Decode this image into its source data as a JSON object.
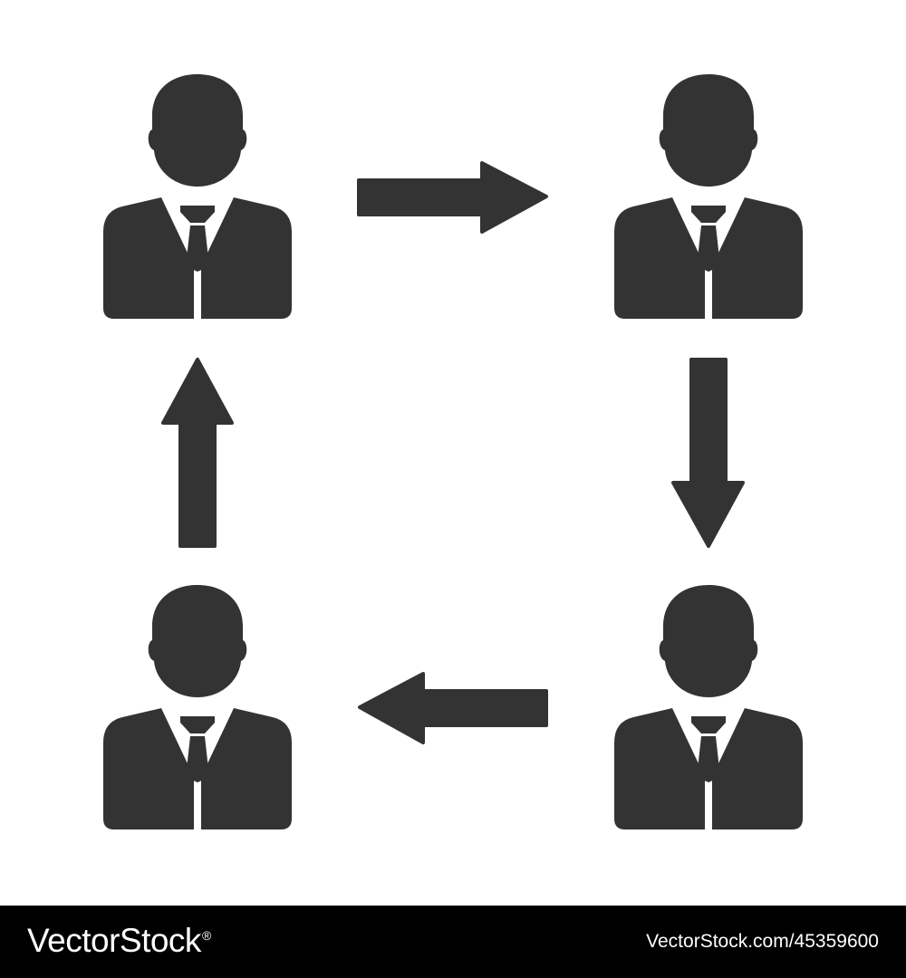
{
  "diagram": {
    "people": [
      {
        "id": "person-top-left"
      },
      {
        "id": "person-top-right"
      },
      {
        "id": "person-bottom-right"
      },
      {
        "id": "person-bottom-left"
      }
    ],
    "flow": [
      {
        "from": "person-top-left",
        "to": "person-top-right",
        "direction": "right"
      },
      {
        "from": "person-top-right",
        "to": "person-bottom-right",
        "direction": "down"
      },
      {
        "from": "person-bottom-right",
        "to": "person-bottom-left",
        "direction": "left"
      },
      {
        "from": "person-bottom-left",
        "to": "person-top-left",
        "direction": "up"
      }
    ],
    "icon": "businessman-icon",
    "colors": {
      "icon": "#333333",
      "background": "#ffffff"
    }
  },
  "footer": {
    "brand": "VectorStock",
    "brand_mark": "®",
    "image_id": "VectorStock.com/45359600",
    "colors": {
      "background": "#000000",
      "text": "#ffffff"
    }
  }
}
